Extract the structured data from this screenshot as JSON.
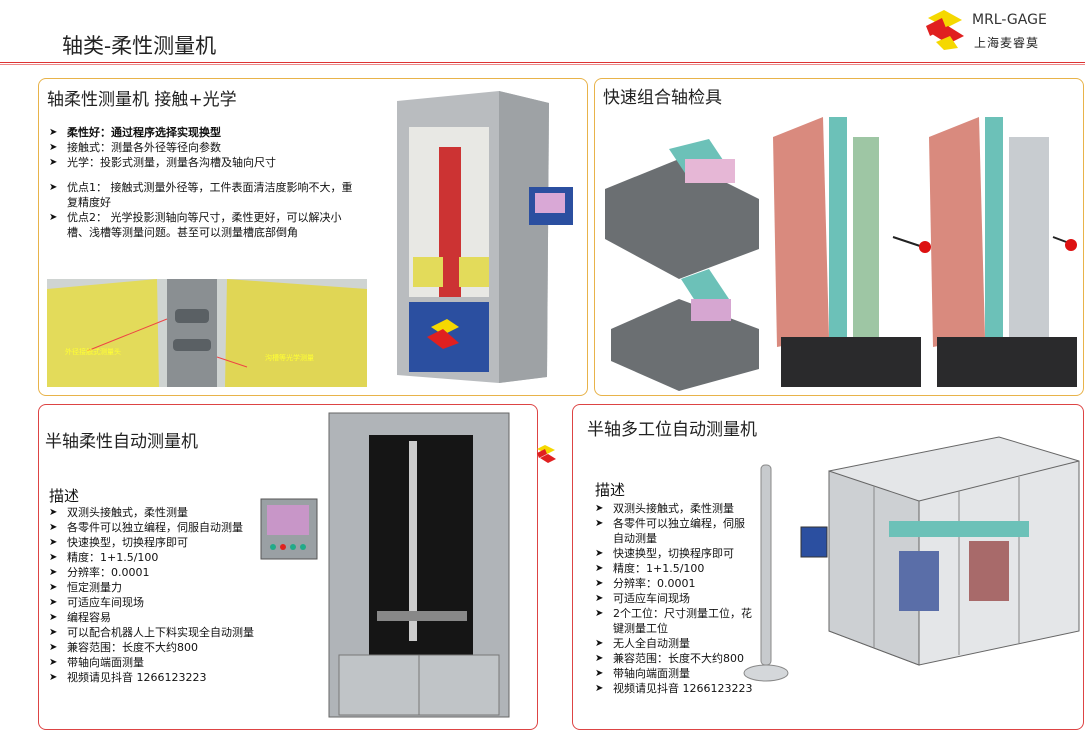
{
  "page": {
    "title": "轴类-柔性测量机"
  },
  "brand": {
    "name": "MRL-GAGE",
    "cn": "上海麦睿莫"
  },
  "panel1": {
    "title": "轴柔性测量机 接触+光学",
    "items": [
      "柔性好：通过程序选择实现换型",
      "接触式：测量各外径等径向参数",
      "光学：投影式测量，测量各沟槽及轴向尺寸",
      "优点1： 接触式测量外径等，工件表面清洁度影响不大，重复精度好",
      "优点2： 光学投影测轴向等尺寸，柔性更好，可以解决小槽、浅槽等测量问题。甚至可以测量槽底部倒角"
    ],
    "caption_left": "外径接触式测量头",
    "caption_right": "沟槽等光学测量"
  },
  "panel2": {
    "title": "快速组合轴检具"
  },
  "panel3": {
    "title": "半轴柔性自动测量机",
    "desc": "描述",
    "items": [
      "双测头接触式，柔性测量",
      "各零件可以独立编程，伺服自动测量",
      "快速换型，切换程序即可",
      "精度：1+1.5/100",
      "分辨率：0.0001",
      "恒定测量力",
      "可适应车间现场",
      "编程容易",
      "可以配合机器人上下料实现全自动测量",
      "兼容范围：长度不大约800",
      "带轴向端面测量",
      "视频请见抖音 1266123223"
    ]
  },
  "panel4": {
    "title": "半轴多工位自动测量机",
    "desc": "描述",
    "items": [
      "双测头接触式，柔性测量",
      "各零件可以独立编程，伺服自动测量",
      "快速换型，切换程序即可",
      "精度：1+1.5/100",
      "分辨率：0.0001",
      "可适应车间现场",
      "2个工位：尺寸测量工位，花键测量工位",
      "无人全自动测量",
      "兼容范围：长度不大约800",
      "带轴向端面测量",
      "视频请见抖音 1266123223"
    ]
  },
  "colors": {
    "accent_red": "#d33",
    "panel_orange": "#e8b34a",
    "logo_yellow": "#f5d800"
  }
}
